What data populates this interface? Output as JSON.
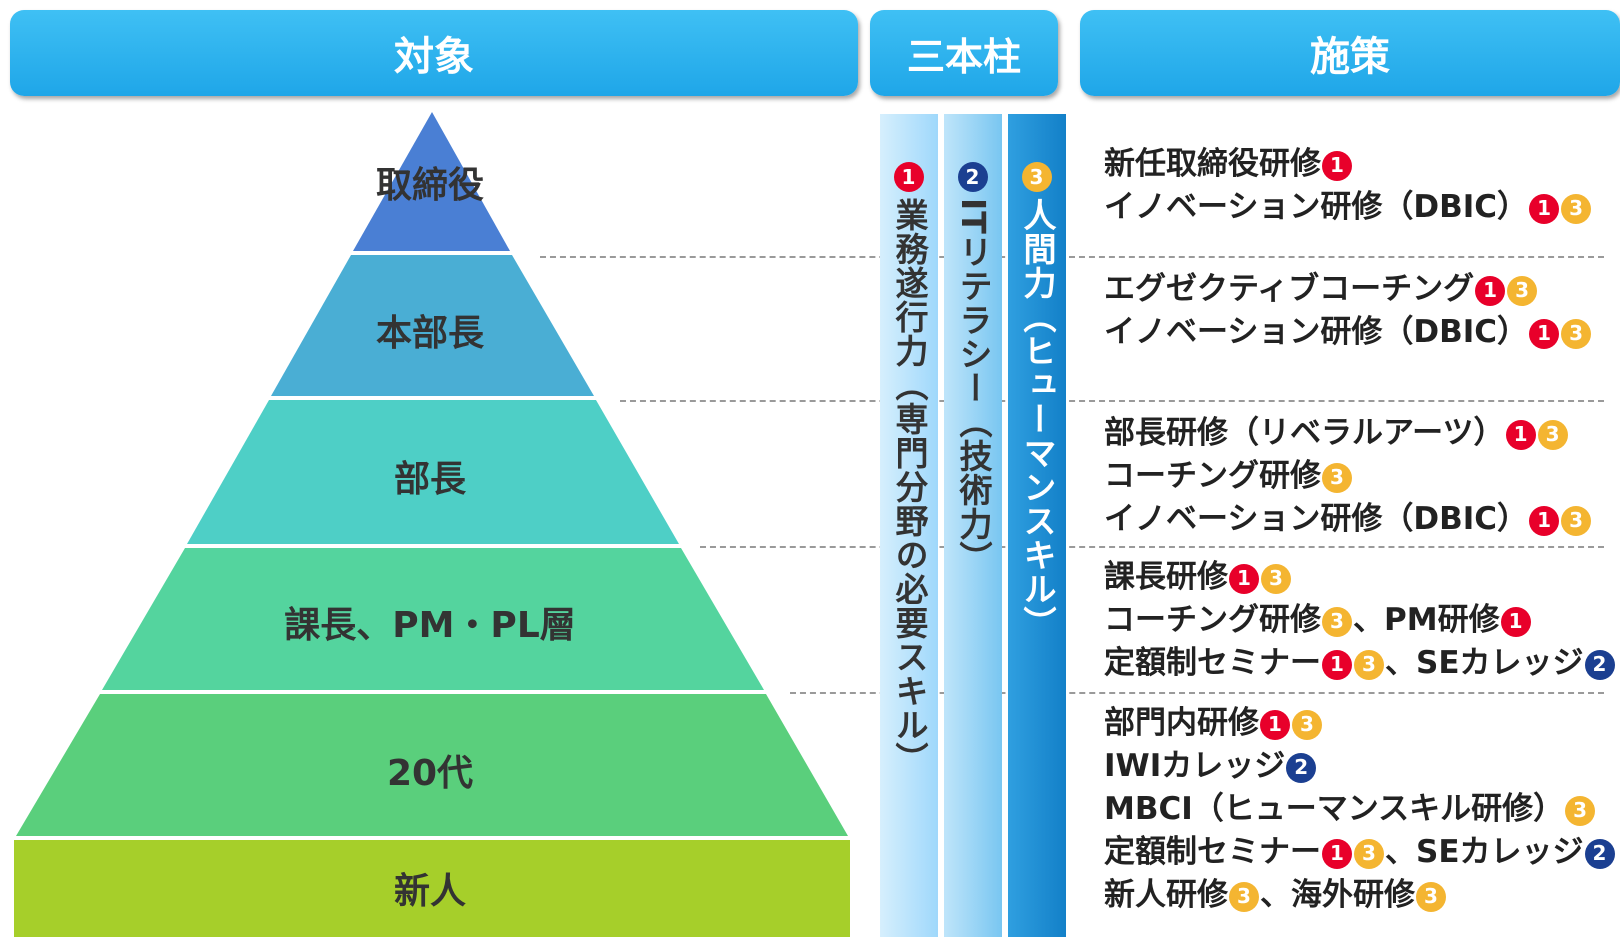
{
  "headers": {
    "target": "対象",
    "pillars": "三本柱",
    "measures": "施策"
  },
  "pyramid": {
    "levels": [
      {
        "label": "取締役",
        "color": "#4a7fd4"
      },
      {
        "label": "本部長",
        "color": "#4aaed4"
      },
      {
        "label": "部長",
        "color": "#4ecfc6"
      },
      {
        "label": "課長、PM・PL層",
        "color": "#54d49e"
      },
      {
        "label": "20代",
        "color": "#5acf7c"
      },
      {
        "label": "新人",
        "color": "#a6cf2a"
      }
    ]
  },
  "pillars": [
    {
      "num": "1",
      "label": "業務遂行力（専門分野の必要スキル）"
    },
    {
      "num": "2",
      "label": "ITリテラシー（技術力）"
    },
    {
      "num": "3",
      "label": "人間力（ヒューマンスキル）"
    }
  ],
  "badge_colors": {
    "1": "#e8002a",
    "2": "#1b3f91",
    "3": "#f4b531"
  },
  "measures": [
    [
      {
        "text": "新任取締役研修",
        "badges": [
          "1"
        ]
      },
      {
        "text": "イノベーション研修（DBIC）",
        "badges": [
          "1",
          "3"
        ]
      }
    ],
    [
      {
        "text": "エグゼクティブコーチング",
        "badges": [
          "1",
          "3"
        ]
      },
      {
        "text": "イノベーション研修（DBIC）",
        "badges": [
          "1",
          "3"
        ]
      }
    ],
    [
      {
        "text": "部長研修（リベラルアーツ）",
        "badges": [
          "1",
          "3"
        ]
      },
      {
        "text": "コーチング研修",
        "badges": [
          "3"
        ]
      },
      {
        "text": "イノベーション研修（DBIC）",
        "badges": [
          "1",
          "3"
        ]
      }
    ],
    [
      {
        "text": "課長研修",
        "badges": [
          "1",
          "3"
        ]
      },
      {
        "text": "コーチング研修",
        "badges": [
          "3"
        ],
        "text2": "、PM研修",
        "badges2": [
          "1"
        ]
      },
      {
        "text": "定額制セミナー",
        "badges": [
          "1",
          "3"
        ],
        "text2": "、SEカレッジ",
        "badges2": [
          "2"
        ]
      }
    ],
    [
      {
        "text": "部門内研修",
        "badges": [
          "1",
          "3"
        ]
      },
      {
        "text": "IWIカレッジ",
        "badges": [
          "2"
        ]
      },
      {
        "text": "MBCI（ヒューマンスキル研修）",
        "badges": [
          "3"
        ]
      },
      {
        "text": "定額制セミナー",
        "badges": [
          "1",
          "3"
        ],
        "text2": "、SEカレッジ",
        "badges2": [
          "2"
        ]
      },
      {
        "text": "新人研修",
        "badges": [
          "3"
        ],
        "text2": "、海外研修",
        "badges2": [
          "3"
        ]
      }
    ]
  ]
}
